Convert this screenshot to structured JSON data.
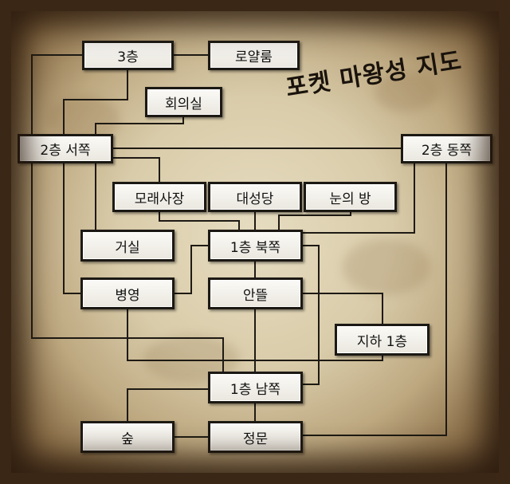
{
  "map_title": "포켓 마왕성 지도",
  "rooms": {
    "floor3": "3층",
    "royal_room": "로얄룸",
    "meeting_room": "회의실",
    "floor2_west": "2층 서쪽",
    "floor2_east": "2층 동쪽",
    "sand_arena": "모래사장",
    "main_hall": "대성당",
    "snow_room": "눈의 방",
    "living_room": "거실",
    "floor1_north": "1층 북쪽",
    "barracks": "병영",
    "courtyard": "안뜰",
    "basement1": "지하 1층",
    "floor1_south": "1층 남쪽",
    "forest": "숲",
    "main_gate": "정문"
  },
  "colors": {
    "parchment": "#d9ccaa",
    "ink": "#1c1914",
    "room_fill": "#f4f2ec"
  }
}
